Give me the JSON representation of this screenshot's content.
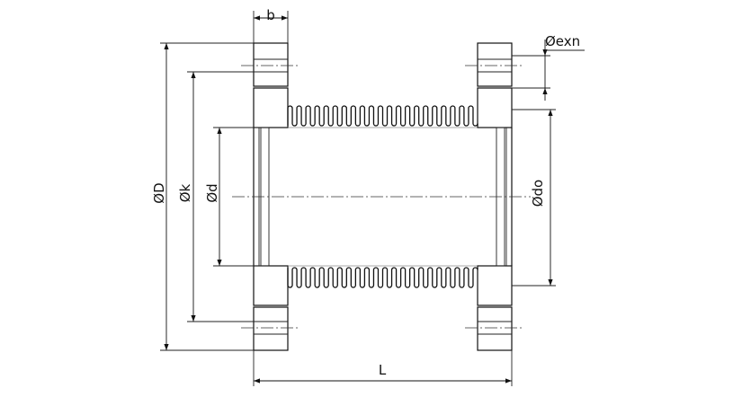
{
  "labels": {
    "D": "ØD",
    "k": "Øk",
    "d": "Ød",
    "do": "Ødo",
    "exn": "Øexn",
    "b": "b",
    "L": "L"
  },
  "colors": {
    "line": "#111111",
    "hatch": "#333333",
    "background": "#ffffff"
  }
}
